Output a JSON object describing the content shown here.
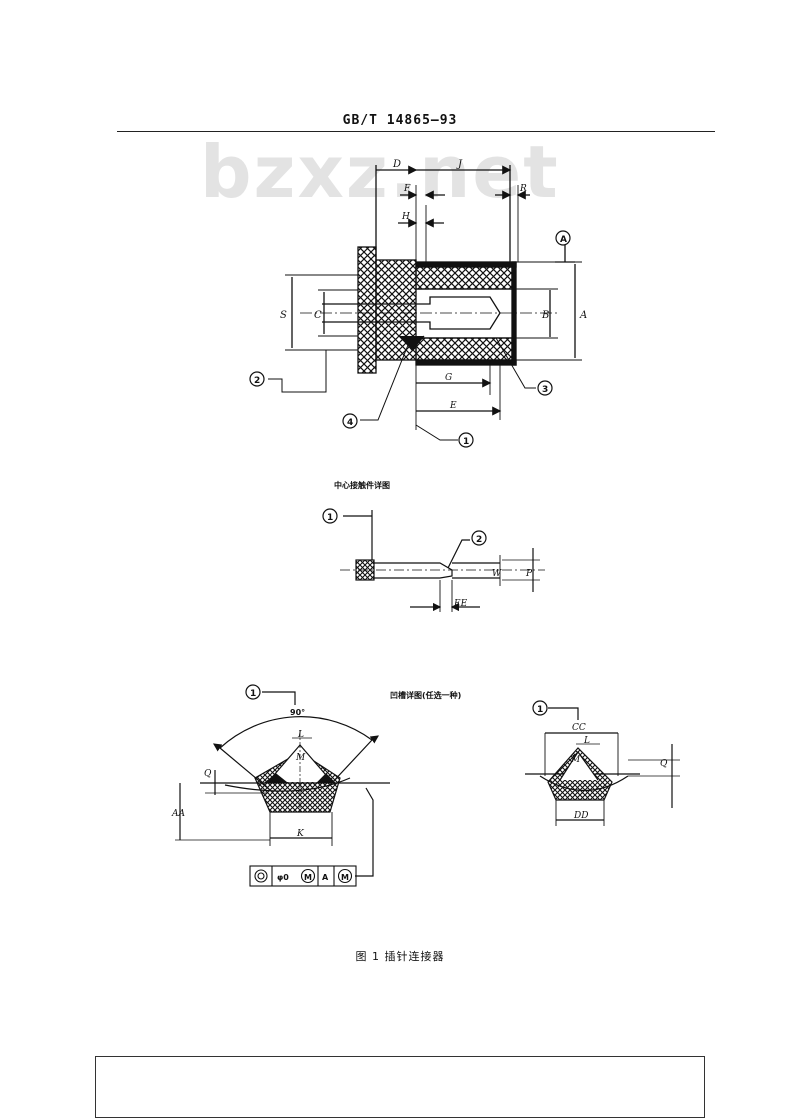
{
  "header": {
    "standard_no": "GB/T 14865—93"
  },
  "watermark": "bzxz.net",
  "diagram_top": {
    "dims": {
      "D": "D",
      "J": "J",
      "F": "F",
      "R": "R",
      "H": "H",
      "S": "S",
      "C": "C",
      "B": "B",
      "A": "A",
      "G": "G",
      "E": "E"
    },
    "callouts": {
      "c1": "1",
      "c2": "2",
      "c3": "3",
      "c4": "4",
      "datum_a": "A"
    }
  },
  "diagram_pin": {
    "caption": "中心接触件详图",
    "dims": {
      "W": "W",
      "P": "P",
      "EE": "EE"
    },
    "callouts": {
      "c1": "1",
      "c2": "2"
    }
  },
  "diagram_crimp": {
    "caption": "凹槽详图(任选一种)",
    "left": {
      "angle": "90°",
      "dims": {
        "L": "L",
        "M": "M",
        "Q": "Q",
        "AA": "AA",
        "K": "K"
      },
      "callout": "1",
      "fcf": {
        "tol": "φ0",
        "m1": "M",
        "datum": "A",
        "m2": "M"
      }
    },
    "right": {
      "dims": {
        "CC": "CC",
        "L": "L",
        "M": "M",
        "Q": "Q",
        "DD": "DD"
      },
      "callout": "1"
    }
  },
  "figure_caption": "图 1   插针连接器"
}
